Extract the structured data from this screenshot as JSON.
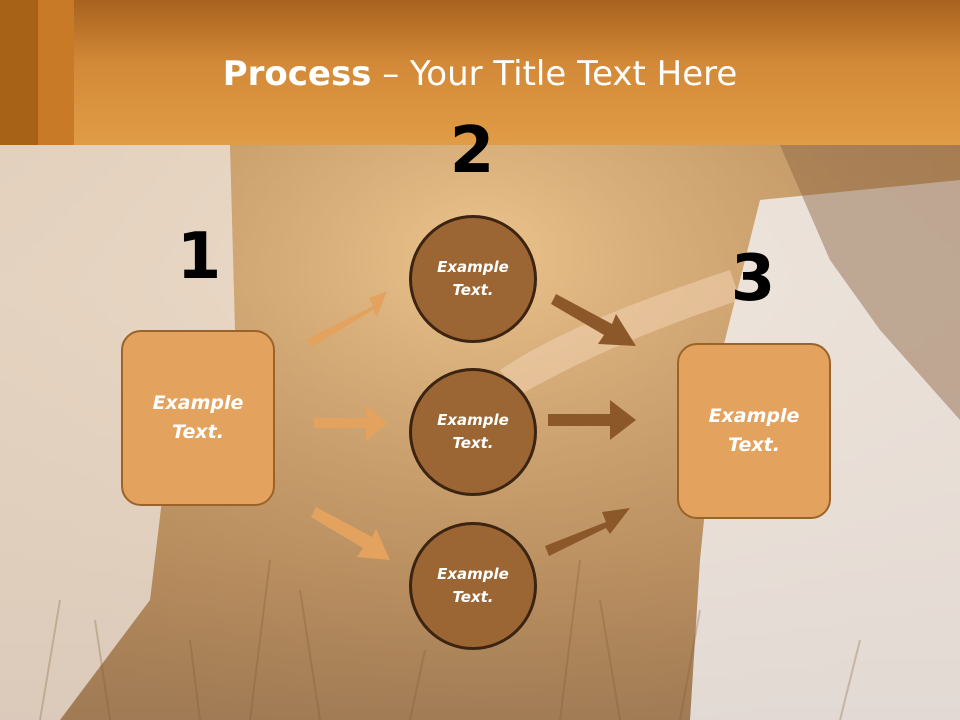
{
  "header": {
    "title_bold": "Process",
    "title_rest": " – Your Title Text Here",
    "accent_color": "#e19c47"
  },
  "steps": {
    "one": {
      "number": "1",
      "label": "Example\nText."
    },
    "two": {
      "number": "2"
    },
    "three": {
      "number": "3",
      "label": "Example\nText."
    }
  },
  "circles": [
    {
      "label": "Example\nText."
    },
    {
      "label": "Example\nText."
    },
    {
      "label": "Example\nText."
    }
  ],
  "colors": {
    "box_fill": "#e3a35e",
    "circle_fill": "#9b6633",
    "arrow_light": "#e3a35e",
    "arrow_dark": "#8c582a"
  }
}
